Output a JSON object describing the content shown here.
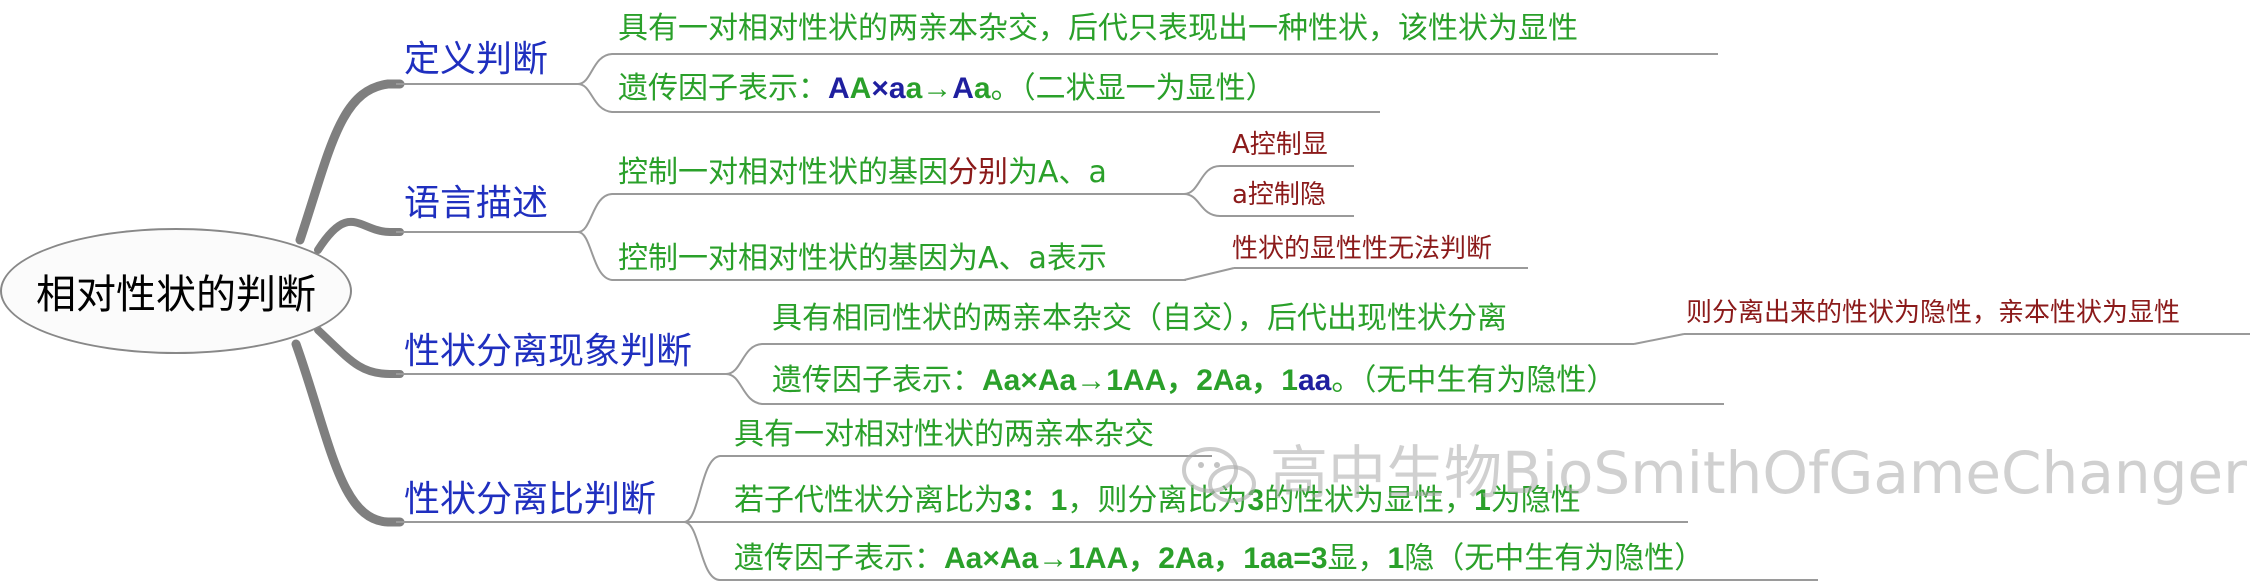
{
  "root": {
    "label": "相对性状的判断"
  },
  "topics": [
    {
      "label": "定义判断",
      "leaves": [
        {
          "label": "具有一对相对性状的两亲本杂交，后代只表现出一种性状，该性状为显性"
        },
        {
          "prefix": "遗传因子表示：",
          "f1": "A",
          "f2": "A",
          "f3": "×",
          "f4": "a",
          "f5": "a",
          "f6": "→",
          "f7": "A",
          "f8": "a",
          "suffix": "。（二状显一为显性）"
        }
      ]
    },
    {
      "label": "语言描述",
      "leaves": [
        {
          "pre": "控制一对相对性状的基因",
          "mid": "分别",
          "post": "为A、a",
          "notes": [
            "A控制显",
            "a控制隐"
          ]
        },
        {
          "label": "控制一对相对性状的基因为A、a表示",
          "note": "性状的显性性无法判断"
        }
      ]
    },
    {
      "label": "性状分离现象判断",
      "leaves": [
        {
          "label": "具有相同性状的两亲本杂交（自交），后代出现性状分离",
          "note": "则分离出来的性状为隐性，亲本性状为显性"
        },
        {
          "prefix": "遗传因子表示：",
          "formula": "Aa×Aa→1AA，2Aa，1",
          "aa": "aa",
          "suffix": "。（无中生有为隐性）"
        }
      ]
    },
    {
      "label": "性状分离比判断",
      "leaves": [
        {
          "label": "具有一对相对性状的两亲本杂交"
        },
        {
          "pre": "若子代性状分离比为",
          "b1": "3：1",
          "mid": "，则分离比为",
          "b2": "3",
          "mid2": "的性状为显性，",
          "b3": "1",
          "post": "为隐性"
        },
        {
          "prefix": "遗传因子表示：",
          "formula": "Aa×Aa→1AA，2Aa，1aa=3",
          "mid": "显，",
          "b": "1",
          "suffix": "隐（无中生有为隐性）"
        }
      ]
    }
  ],
  "watermark": {
    "text": "高中生物BioSmithOfGameChanger"
  },
  "colors": {
    "topic": "#1f2fbf",
    "leaf": "#2aa02a",
    "note": "#8b1a1a",
    "branch": "#7f7f7f",
    "line": "#9a9a9a"
  }
}
